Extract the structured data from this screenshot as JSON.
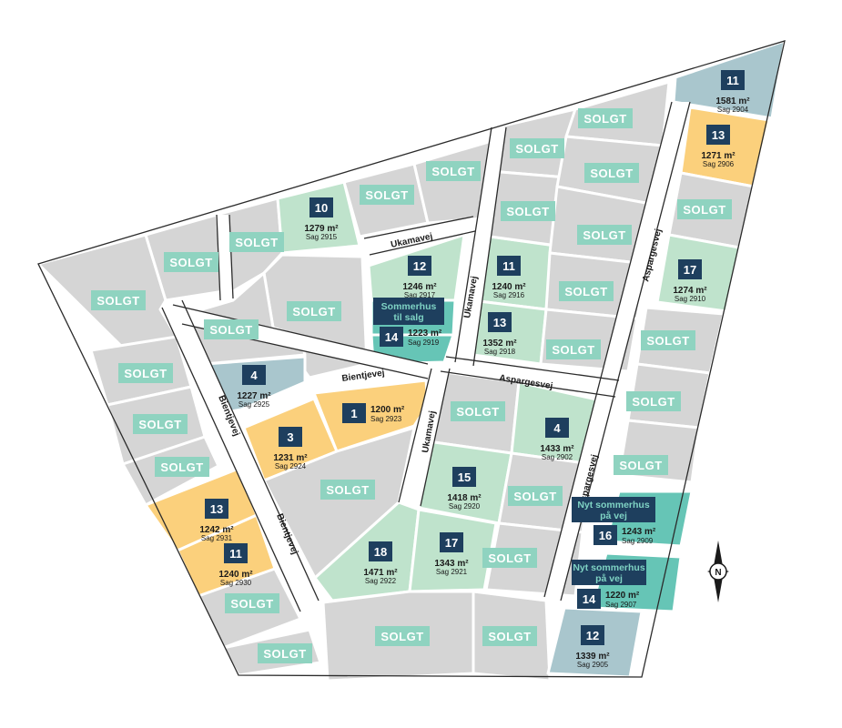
{
  "colors": {
    "sold": "#d5d5d5",
    "sold_badge": "#8fd3c0",
    "available": "#bfe3cc",
    "reserved": "#fbd07c",
    "special": "#a9c6cd",
    "for_sale_now": "#66c5b6",
    "number_badge": "#1e3f5e"
  },
  "sold_label": "SOLGT",
  "streets": {
    "ukamavej_top": "Ukamavej",
    "ukamavej_mid": "Ukamavej",
    "ukamavej_lower": "Ukamavej",
    "bientjevej_mid": "Bientjevej",
    "bientjevej_left": "Bientjevej",
    "bientjevej_lower": "Bientjevej",
    "aspargesvej_mid": "Aspargesvej",
    "aspargesvej_upper": "Aspargesvej",
    "aspargesvej_lower": "Aspargesvej"
  },
  "banners": {
    "center": [
      "Sommerhus",
      "til salg"
    ],
    "right_upper": [
      "Nyt sommerhus",
      "på vej"
    ],
    "right_lower": [
      "Nyt sommerhus",
      "på vej"
    ]
  },
  "lots": [
    {
      "id": "lot-11-topright",
      "number": "11",
      "area": "1581 m²",
      "case": "Sag 2904",
      "status": "special"
    },
    {
      "id": "lot-13-topright",
      "number": "13",
      "area": "1271 m²",
      "case": "Sag 2906",
      "status": "reserved"
    },
    {
      "id": "lot-17-right",
      "number": "17",
      "area": "1274 m²",
      "case": "Sag 2910",
      "status": "available"
    },
    {
      "id": "lot-10",
      "number": "10",
      "area": "1279 m²",
      "case": "Sag 2915",
      "status": "available"
    },
    {
      "id": "lot-12-center",
      "number": "12",
      "area": "1246 m²",
      "case": "Sag 2917",
      "status": "available"
    },
    {
      "id": "lot-14-center",
      "number": "14",
      "area": "1223 m²",
      "case": "Sag 2919",
      "status": "for_sale_now"
    },
    {
      "id": "lot-11-center",
      "number": "11",
      "area": "1240 m²",
      "case": "Sag 2916",
      "status": "available"
    },
    {
      "id": "lot-13-center",
      "number": "13",
      "area": "1352 m²",
      "case": "Sag 2918",
      "status": "available"
    },
    {
      "id": "lot-4-left",
      "number": "4",
      "area": "1227 m²",
      "case": "Sag 2925",
      "status": "special"
    },
    {
      "id": "lot-1",
      "number": "1",
      "area": "1200 m²",
      "case": "Sag 2923",
      "status": "reserved"
    },
    {
      "id": "lot-3",
      "number": "3",
      "area": "1231 m²",
      "case": "Sag 2924",
      "status": "reserved"
    },
    {
      "id": "lot-4-right",
      "number": "4",
      "area": "1433 m²",
      "case": "Sag 2902",
      "status": "available"
    },
    {
      "id": "lot-15",
      "number": "15",
      "area": "1418 m²",
      "case": "Sag 2920",
      "status": "available"
    },
    {
      "id": "lot-13-left",
      "number": "13",
      "area": "1242 m²",
      "case": "Sag 2931",
      "status": "reserved"
    },
    {
      "id": "lot-11-left",
      "number": "11",
      "area": "1240 m²",
      "case": "Sag 2930",
      "status": "reserved"
    },
    {
      "id": "lot-18",
      "number": "18",
      "area": "1471 m²",
      "case": "Sag 2922",
      "status": "available"
    },
    {
      "id": "lot-17-center",
      "number": "17",
      "area": "1343 m²",
      "case": "Sag 2921",
      "status": "available"
    },
    {
      "id": "lot-16",
      "number": "16",
      "area": "1243 m²",
      "case": "Sag 2909",
      "status": "for_sale_now"
    },
    {
      "id": "lot-14-right",
      "number": "14",
      "area": "1220 m²",
      "case": "Sag 2907",
      "status": "for_sale_now"
    },
    {
      "id": "lot-12-bottom",
      "number": "12",
      "area": "1339 m²",
      "case": "Sag 2905",
      "status": "special"
    }
  ],
  "compass": {
    "north": "N",
    "icon": "compass-icon"
  }
}
